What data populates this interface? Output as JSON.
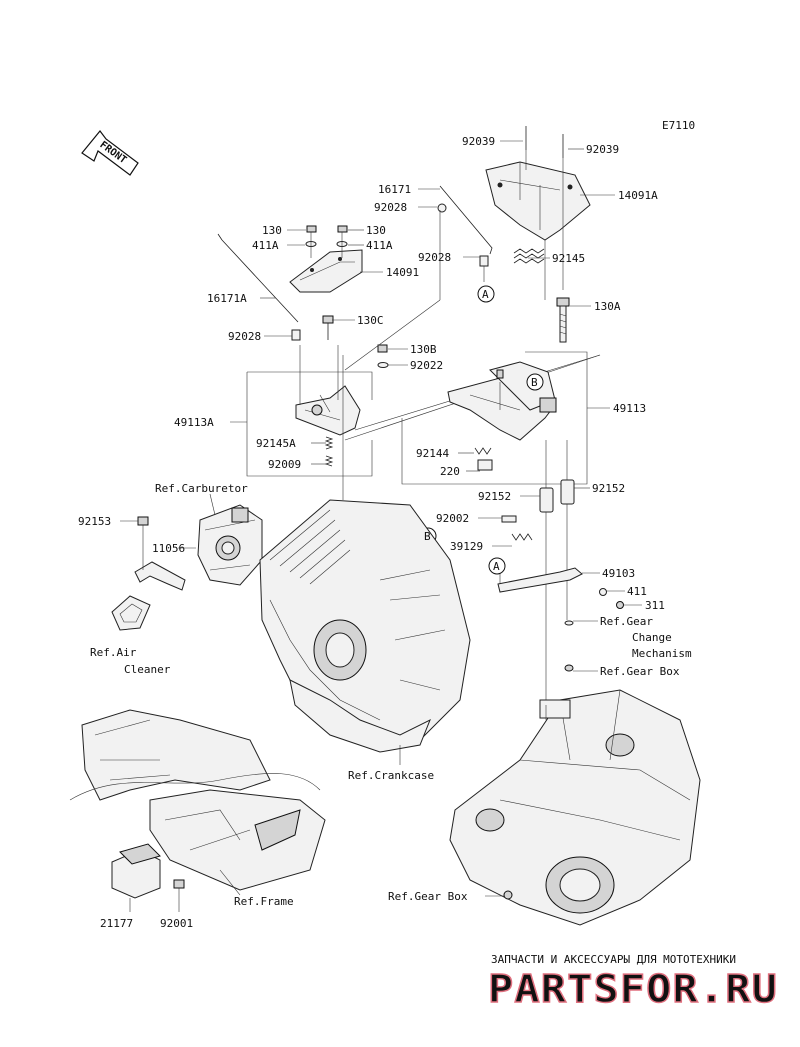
{
  "diagram_code": "E7110",
  "front_label": "FRONT",
  "watermark": {
    "subtitle": "ЗАПЧАСТИ И АКСЕССУАРЫ ДЛЯ МОТОТЕХНИКИ",
    "brand": "PARTSFOR.RU"
  },
  "part_labels": [
    "92039",
    "92039",
    "14091A",
    "16171",
    "92028",
    "130",
    "130",
    "411A",
    "411A",
    "14091",
    "92028",
    "92145",
    "A",
    "16171A",
    "130A",
    "130C",
    "92028",
    "130B",
    "92022",
    "B",
    "49113A",
    "49113",
    "92145A",
    "92009",
    "92144",
    "220",
    "Ref.Carburetor",
    "92152",
    "92152",
    "92153",
    "92002",
    "11056",
    "B",
    "39129",
    "A",
    "49103",
    "411",
    "311",
    "Ref.Gear",
    "Change",
    "Mechanism",
    "Ref.Air",
    "Cleaner",
    "Ref.Gear Box",
    "Ref.Crankcase",
    "Ref.Frame",
    "Ref.Gear Box",
    "21177",
    "92001"
  ]
}
